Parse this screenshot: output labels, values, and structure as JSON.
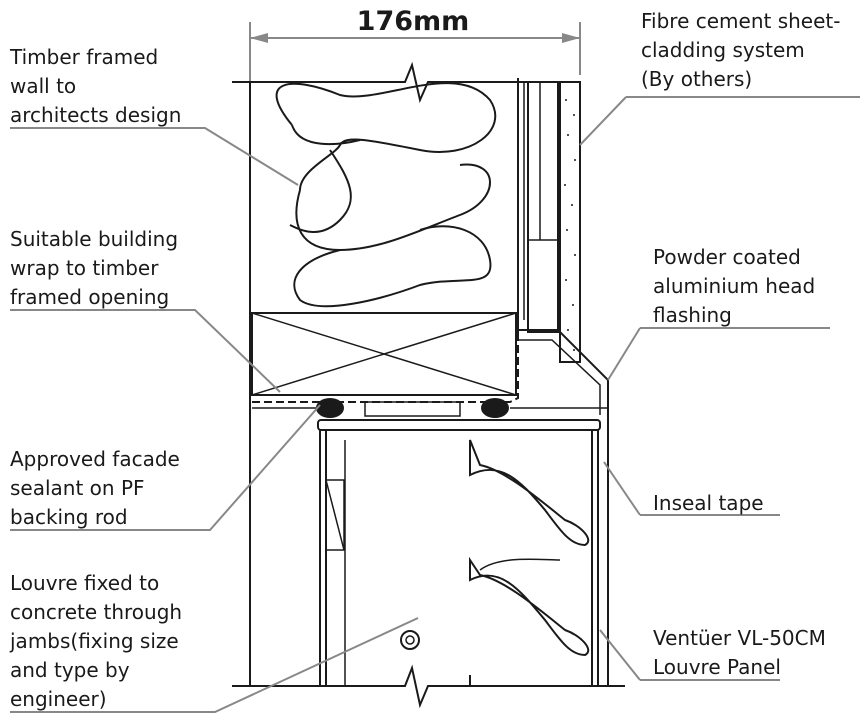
{
  "dimension": {
    "width_label": "176mm"
  },
  "callouts": [
    {
      "id": "timber-wall",
      "lines": [
        "Timber framed",
        "wall to",
        "architects design"
      ]
    },
    {
      "id": "building-wrap",
      "lines": [
        "Suitable building",
        "wrap to timber",
        "framed opening"
      ]
    },
    {
      "id": "facade-sealant",
      "lines": [
        "Approved facade",
        "sealant on PF",
        "backing rod"
      ]
    },
    {
      "id": "louvre-fixing",
      "lines": [
        "Louvre fixed to",
        "concrete through",
        "jambs(fixing size",
        "and type by",
        "engineer)"
      ]
    },
    {
      "id": "cladding",
      "lines": [
        "Fibre cement sheet-",
        "cladding system",
        "(By others)"
      ]
    },
    {
      "id": "head-flashing",
      "lines": [
        "Powder coated",
        "aluminium head",
        "flashing"
      ]
    },
    {
      "id": "inseal-tape",
      "lines": [
        "Inseal tape"
      ]
    },
    {
      "id": "louvre-panel",
      "lines": [
        "Ventüer VL-50CM",
        "Louvre Panel"
      ]
    }
  ]
}
